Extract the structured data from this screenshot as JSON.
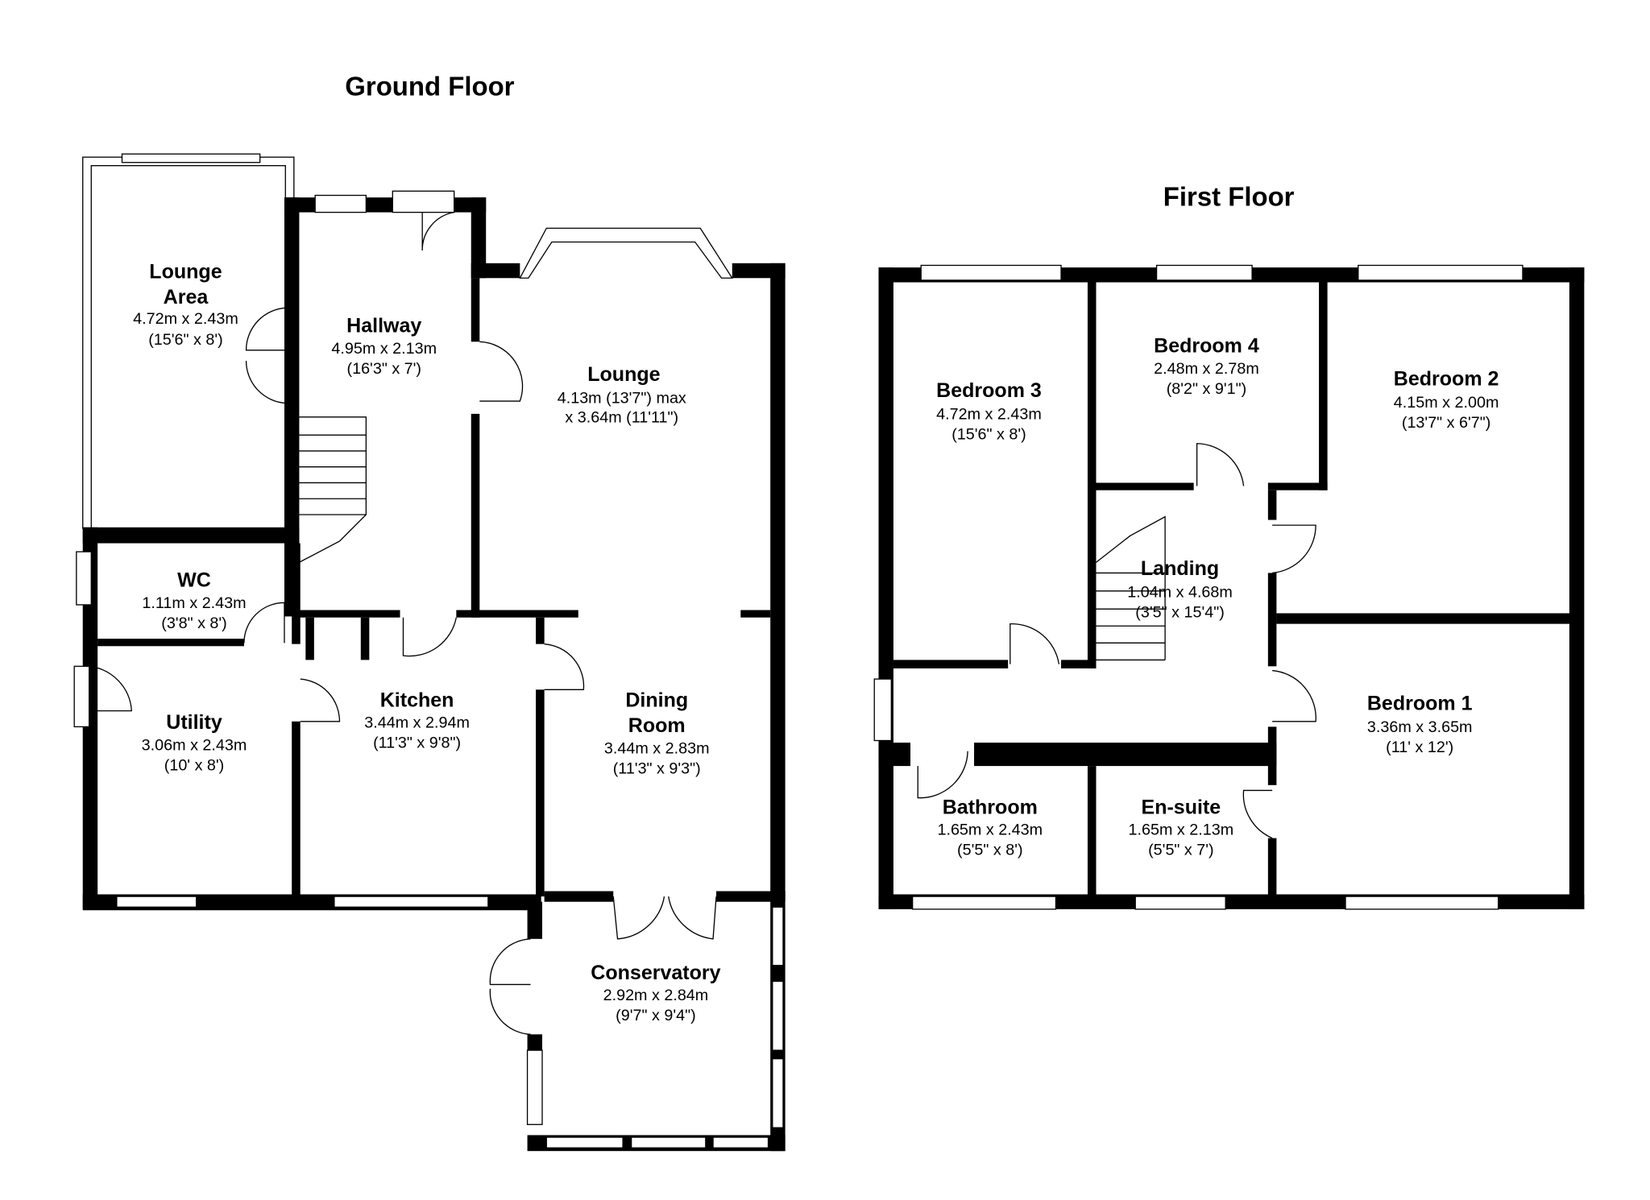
{
  "ground_floor": {
    "title": "Ground Floor",
    "rooms": {
      "lounge_area": {
        "name1": "Lounge",
        "name2": "Area",
        "dim": "4.72m x 2.43m",
        "imp": "(15'6\" x 8')"
      },
      "hallway": {
        "name": "Hallway",
        "dim": "4.95m x 2.13m",
        "imp": "(16'3\" x 7')"
      },
      "lounge": {
        "name": "Lounge",
        "dim": "4.13m (13'7\") max",
        "imp": "x 3.64m (11'11\")"
      },
      "wc": {
        "name": "WC",
        "dim": "1.11m x 2.43m",
        "imp": "(3'8\" x 8')"
      },
      "utility": {
        "name": "Utility",
        "dim": "3.06m x 2.43m",
        "imp": "(10' x 8')"
      },
      "kitchen": {
        "name": "Kitchen",
        "dim": "3.44m x 2.94m",
        "imp": "(11'3\" x 9'8\")"
      },
      "dining": {
        "name1": "Dining",
        "name2": "Room",
        "dim": "3.44m x 2.83m",
        "imp": "(11'3\" x 9'3\")"
      },
      "conservatory": {
        "name": "Conservatory",
        "dim": "2.92m x 2.84m",
        "imp": "(9'7\" x 9'4\")"
      }
    }
  },
  "first_floor": {
    "title": "First Floor",
    "rooms": {
      "bedroom3": {
        "name": "Bedroom 3",
        "dim": "4.72m x 2.43m",
        "imp": "(15'6\" x 8')"
      },
      "bedroom4": {
        "name": "Bedroom 4",
        "dim": "2.48m x 2.78m",
        "imp": "(8'2\" x 9'1\")"
      },
      "bedroom2": {
        "name": "Bedroom 2",
        "dim": "4.15m x 2.00m",
        "imp": "(13'7\" x 6'7\")"
      },
      "landing": {
        "name": "Landing",
        "dim": "1.04m x 4.68m",
        "imp": "(3'5\" x 15'4\")"
      },
      "bedroom1": {
        "name": "Bedroom 1",
        "dim": "3.36m x 3.65m",
        "imp": "(11' x 12')"
      },
      "bathroom": {
        "name": "Bathroom",
        "dim": "1.65m x 2.43m",
        "imp": "(5'5\" x 8')"
      },
      "ensuite": {
        "name": "En-suite",
        "dim": "1.65m x 2.13m",
        "imp": "(5'5\" x 7')"
      }
    }
  }
}
